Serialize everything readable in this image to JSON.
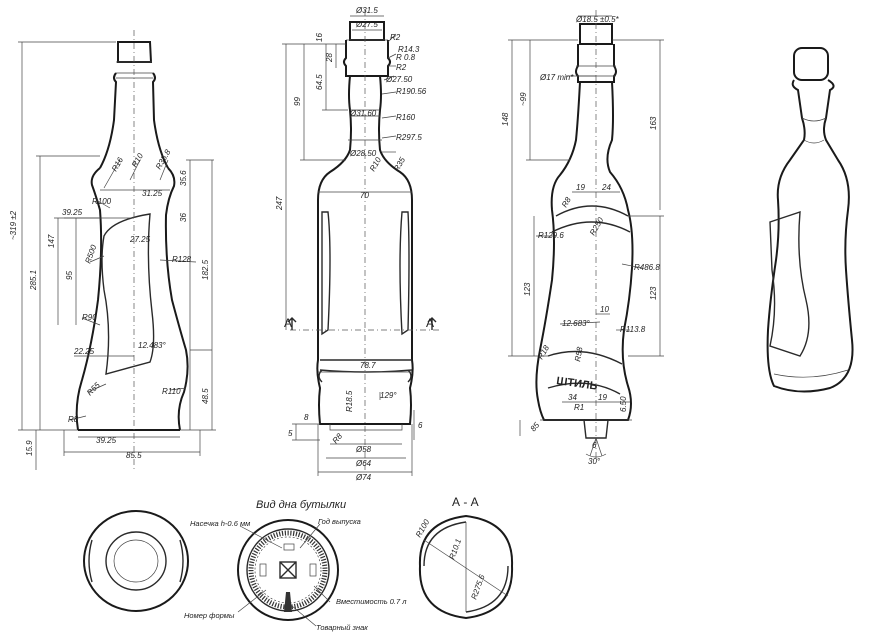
{
  "front_view": {
    "dims": {
      "overall_h": "~319 ±2",
      "h285": "285.1",
      "h147": "147",
      "h95": "95",
      "h182": "182.5",
      "h48": "48.5",
      "h159": "15.9",
      "d3125": "31.25",
      "d3925": "39.25",
      "d2725": "27.25",
      "d2225": "22.25",
      "d3925b": "39.25",
      "d855": "85.5",
      "r16": "R16",
      "r10": "R10",
      "r358": "R35.8",
      "r356": "35.6",
      "r36": "36",
      "r100": "R100",
      "r500": "R500",
      "r128": "R128",
      "r90": "R90",
      "r12483": "12.483°",
      "r110": "R110",
      "r55": "R55",
      "r8": "R8"
    }
  },
  "side_view": {
    "dims": {
      "d315": "Ø31.5",
      "d275": "Ø27.5",
      "r2": "R2",
      "r143": "R14.3",
      "r08": "R 0.8",
      "r2b": "R2",
      "d2750": "Ø27.50",
      "r19056": "R190.56",
      "h28": "28",
      "h16": "16",
      "h645": "64.5",
      "h99": "99",
      "h247": "247",
      "d3160": "Ø31.60",
      "r160": "R160",
      "r2975": "R297.5",
      "d2850": "Ø28.50",
      "r10": "R10",
      "r35": "R35",
      "w70": "70",
      "w787": "78.7",
      "a129": "129°",
      "h8": "8",
      "r8": "R8",
      "r185": "R18.5",
      "h5": "5",
      "h6": "6",
      "d58": "Ø58",
      "d64": "Ø64",
      "d74": "Ø74",
      "sec_left": "A",
      "sec_right": "A"
    }
  },
  "right_view": {
    "dims": {
      "d185": "Ø18.5 ±0.5*",
      "d17": "Ø17 min*",
      "h99": "~99",
      "h148": "148",
      "h163": "163",
      "w19": "19",
      "w24": "24",
      "r1296": "R129.6",
      "r250": "R250",
      "r8": "R8",
      "r4868": "R486.8",
      "h123": "123",
      "h123b": "123",
      "w10": "10",
      "a12683": "12.683°",
      "r1138": "R113.8",
      "r58": "R58",
      "r18": "R18",
      "r1": "R1",
      "w34": "34",
      "w19b": "19",
      "r650": "6.50",
      "h85": "85",
      "h6": "6",
      "a30": "30°",
      "logo": "ШТИЛЬ"
    }
  },
  "bottom_view": {
    "title": "Вид дна бутылки",
    "notch": "Насечка h-0.6 мм",
    "year": "Год выпуска",
    "form_no": "Номер формы",
    "capacity": "Вместимость 0.7 л",
    "trademark": "Товарный знак"
  },
  "section_aa": {
    "title": "А - А",
    "r100": "R100",
    "r101": "R10.1",
    "r2756": "R275.6"
  }
}
